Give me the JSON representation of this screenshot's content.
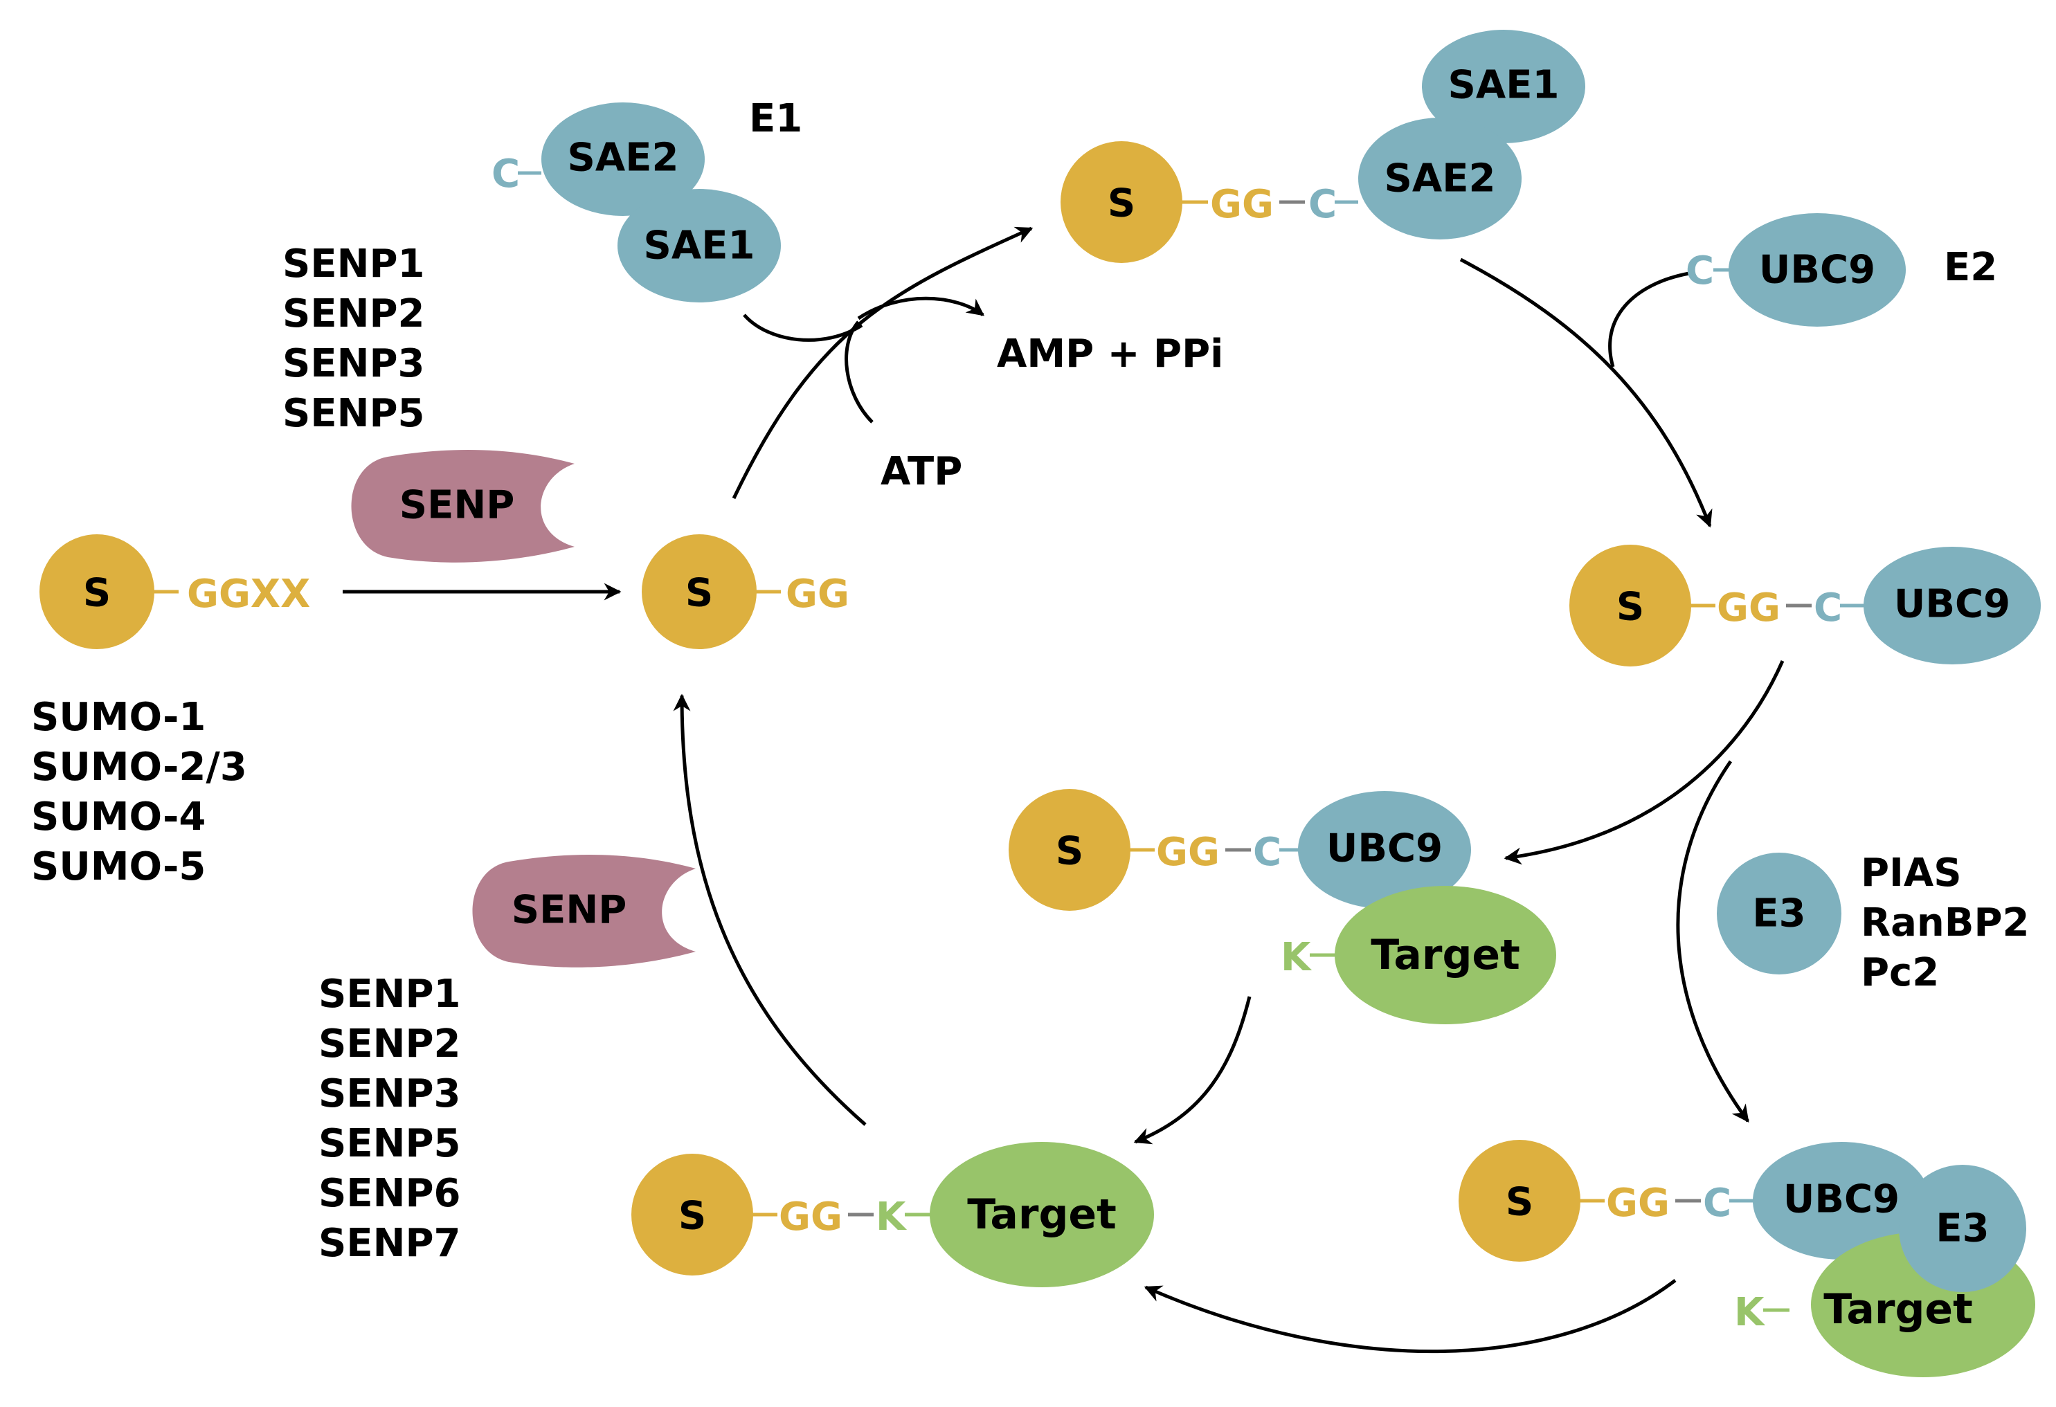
{
  "colors": {
    "sumo": "#DDB03F",
    "enzyme": "#7FB1BE",
    "target": "#98C46A",
    "senp": "#B47F8E",
    "cys": "#7FB1BE",
    "lys": "#98C46A",
    "gly": "#DDB03F",
    "bond": "#808080",
    "arrow": "#000000"
  },
  "labels": {
    "s": "S",
    "ggxx": "GGXX",
    "gg": "GG",
    "c": "C",
    "k": "K",
    "sae1": "SAE1",
    "sae2": "SAE2",
    "ubc9": "UBC9",
    "target": "Target",
    "senp": "SENP",
    "e1": "E1",
    "e2": "E2",
    "e3": "E3",
    "amp_ppi": "AMP + PPi",
    "atp": "ATP"
  },
  "lists": {
    "sumo_isoforms": [
      "SUMO-1",
      "SUMO-2/3",
      "SUMO-4",
      "SUMO-5"
    ],
    "senp_maturation": [
      "SENP1",
      "SENP2",
      "SENP3",
      "SENP5"
    ],
    "senp_deconjugation": [
      "SENP1",
      "SENP2",
      "SENP3",
      "SENP5",
      "SENP6",
      "SENP7"
    ],
    "e3_ligases": [
      "PIAS",
      "RanBP2",
      "Pc2"
    ]
  }
}
